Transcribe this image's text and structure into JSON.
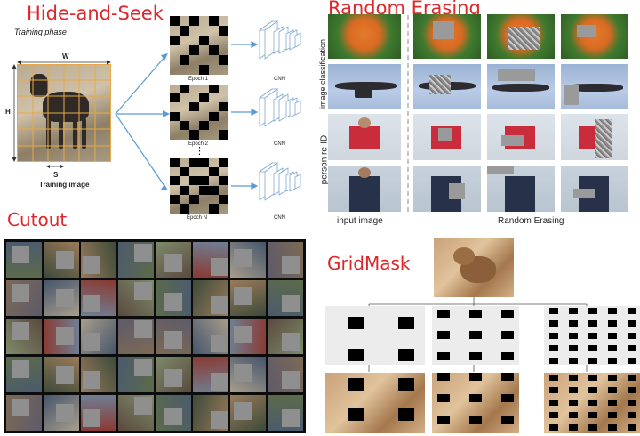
{
  "hide_and_seek": {
    "title": "Hide-and-Seek",
    "phase": "Training phase",
    "w_label": "W",
    "h_label": "H",
    "s_label": "S",
    "training_image_label": "Training image",
    "epochs": [
      "Epoch 1",
      "Epoch 2",
      "Epoch N"
    ],
    "cnn_label": "CNN",
    "ellipsis": "⋮"
  },
  "random_erasing": {
    "title": "Random Erasing",
    "row_labels": [
      "image classification",
      "person re-ID"
    ],
    "input_label": "input image",
    "erasing_label": "Random Erasing"
  },
  "cutout": {
    "title": "Cutout"
  },
  "gridmask": {
    "title": "GridMask"
  },
  "colors": {
    "title_red": "#e0262a",
    "grid_orange": "#e7a84a",
    "arrow_blue": "#5b9bd5"
  }
}
